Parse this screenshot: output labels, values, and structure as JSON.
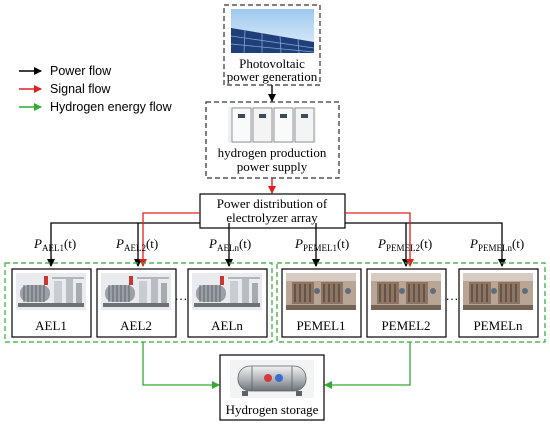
{
  "legend": {
    "power": {
      "label": "Power flow",
      "color": "#000000"
    },
    "signal": {
      "label": "Signal flow",
      "color": "#e02020"
    },
    "hydrogen": {
      "label": "Hydrogen energy flow",
      "color": "#33aa33"
    }
  },
  "pv": {
    "line1": "Photovoltaic",
    "line2": "power generation",
    "image": "solar-panels"
  },
  "supply": {
    "line1": "hydrogen production",
    "line2": "power supply",
    "image": "power-cabinets"
  },
  "distribution": {
    "line1": "Power distribution of",
    "line2": "electrolyzer array"
  },
  "power_labels": {
    "ael1": {
      "P": "P",
      "sub": "AEL1",
      "arg": "(t)"
    },
    "ael2": {
      "P": "P",
      "sub": "AEL2",
      "arg": "(t)"
    },
    "aeln": {
      "P": "P",
      "sub": "AELn",
      "arg": "(t)"
    },
    "pemel1": {
      "P": "P",
      "sub": "PEMEL1",
      "arg": "(t)"
    },
    "pemel2": {
      "P": "P",
      "sub": "PEMEL2",
      "arg": "(t)"
    },
    "pemeln": {
      "P": "P",
      "sub": "PEMELn",
      "arg": "(t)"
    }
  },
  "electrolyzers": {
    "ael": {
      "unit1": "AEL1",
      "unit2": "AEL2",
      "unitn": "AELn",
      "ellipsis": "…",
      "image": "alkaline-electrolyzer"
    },
    "pemel": {
      "unit1": "PEMEL1",
      "unit2": "PEMEL2",
      "unitn": "PEMELn",
      "ellipsis": "…",
      "image": "pem-electrolyzer"
    }
  },
  "storage": {
    "label": "Hydrogen storage",
    "image": "hydrogen-tank"
  }
}
